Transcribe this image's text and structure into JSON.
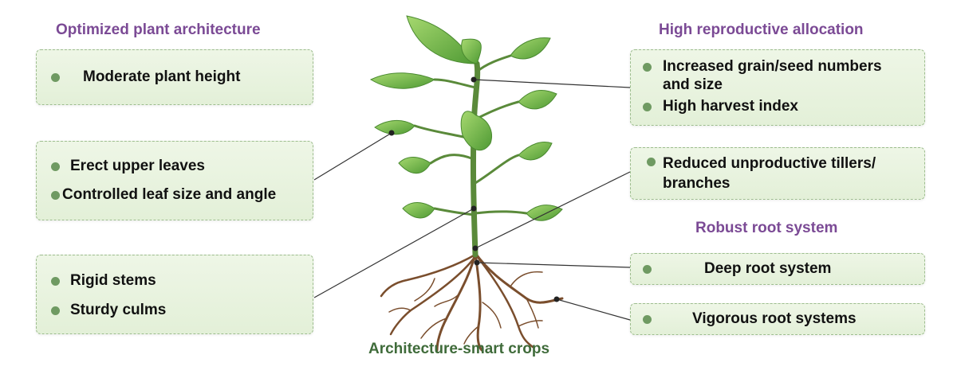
{
  "colors": {
    "heading": "#7b4a95",
    "caption": "#3f6b3a",
    "bullet": "#6f9a62",
    "leaf": "#7cc04e",
    "stem": "#5a8a3a",
    "root": "#7a4e2d"
  },
  "left": {
    "plant_architecture_heading": "Optimized plant architecture",
    "box1": [
      "Moderate plant height"
    ],
    "box2": [
      "Erect upper leaves",
      "Controlled leaf size and angle"
    ],
    "box3": [
      "Rigid stems",
      "Sturdy culms"
    ]
  },
  "right": {
    "reproductive_heading": "High reproductive allocation",
    "box1": [
      "Increased grain/seed numbers",
      "and size",
      "High harvest index"
    ],
    "box2": [
      "Reduced unproductive tillers/",
      "branches"
    ],
    "root_heading": "Robust root system",
    "box3": [
      "Deep root system"
    ],
    "box4": [
      "Vigorous root systems"
    ]
  },
  "caption": "Architecture-smart crops"
}
